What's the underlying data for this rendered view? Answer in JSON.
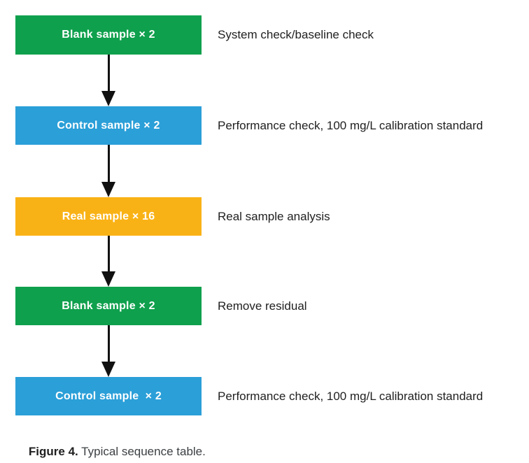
{
  "colors": {
    "green": "#0FA04D",
    "blue": "#2B9FD8",
    "orange": "#F9B216",
    "arrow": "#111111",
    "box_text": "#FFFFFF",
    "description_text": "#212121"
  },
  "flow": {
    "steps": [
      {
        "label": "Blank sample × 2",
        "color": "green",
        "description": "System check/baseline check"
      },
      {
        "label": "Control sample × 2",
        "color": "blue",
        "description": "Performance check, 100 mg/L calibration standard"
      },
      {
        "label": "Real sample × 16",
        "color": "orange",
        "description": "Real sample analysis"
      },
      {
        "label": "Blank sample × 2",
        "color": "green",
        "description": "Remove residual"
      },
      {
        "label": "Control sample  × 2",
        "color": "blue",
        "description": "Performance check, 100 mg/L calibration standard"
      }
    ]
  },
  "figure": {
    "caption_label": "Figure 4.",
    "caption_text": " Typical sequence table."
  }
}
